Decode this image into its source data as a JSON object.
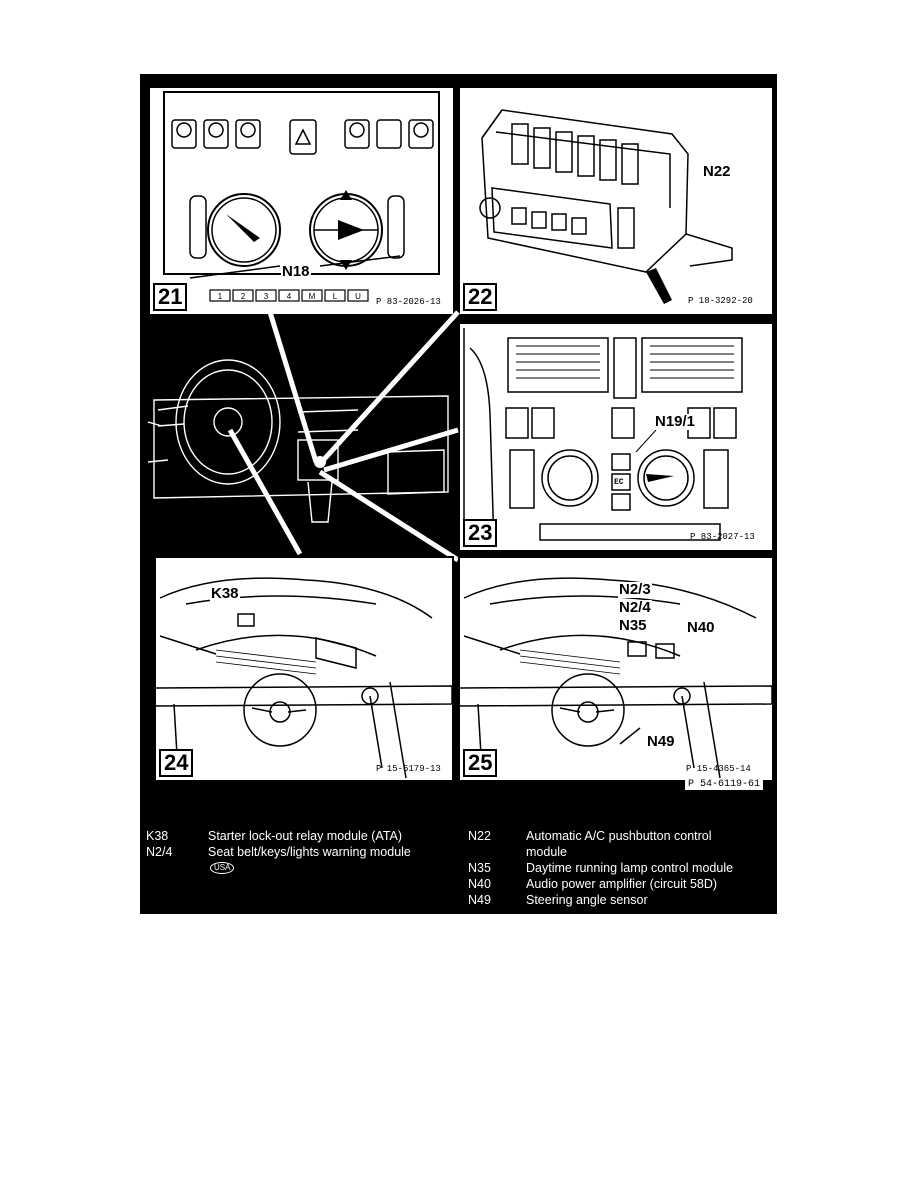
{
  "panels": [
    {
      "number": "21",
      "ref": "P 83-2026-13",
      "callouts": [
        "N18"
      ],
      "buttons": [
        "1",
        "2",
        "3",
        "4",
        "M",
        "L",
        "U"
      ]
    },
    {
      "number": "22",
      "ref": "P 18-3292-20",
      "callouts": [
        "N22"
      ]
    },
    {
      "number": "23",
      "ref": "P 83-2027-13",
      "callouts": [
        "N19/1"
      ],
      "button_label": "EC"
    },
    {
      "number": "24",
      "ref": "P 15-5179-13",
      "callouts": [
        "K38"
      ]
    },
    {
      "number": "25",
      "ref": "P 15-4365-14",
      "callouts": [
        "N2/3",
        "N2/4",
        "N35",
        "N40",
        "N49"
      ]
    }
  ],
  "sheet_ref": "P 54-6119-61",
  "legend": {
    "left": [
      {
        "code": "K38",
        "desc": "Starter lock-out relay module (ATA)"
      },
      {
        "code": "N2/4",
        "desc": "Seat belt/keys/lights warning module",
        "badge": "USA"
      }
    ],
    "right": [
      {
        "code": "N22",
        "desc": "Automatic A/C pushbutton control",
        "desc2": "module"
      },
      {
        "code": "N35",
        "desc": "Daytime running lamp control module"
      },
      {
        "code": "N40",
        "desc": "Audio power amplifier (circuit 58D)"
      },
      {
        "code": "N49",
        "desc": "Steering angle sensor"
      }
    ]
  }
}
